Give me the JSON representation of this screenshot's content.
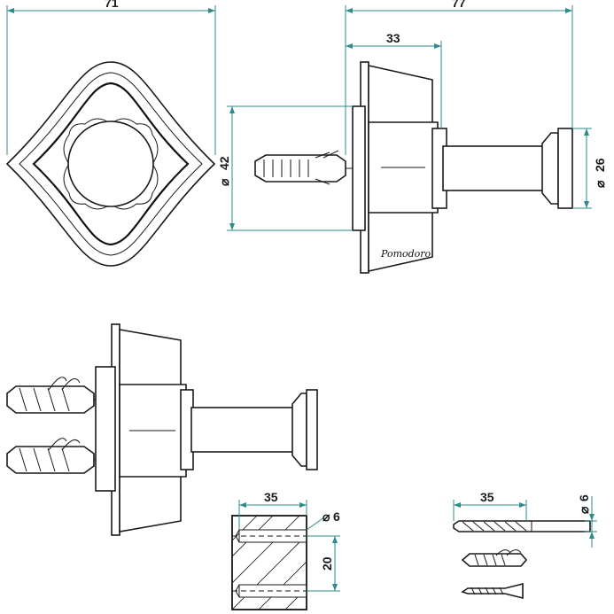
{
  "dimensions": {
    "front_width": "71",
    "total_length": "77",
    "base_depth": "33",
    "base_diameter_symbol": "⌀",
    "base_diameter": "42",
    "knob_diameter_symbol": "⌀",
    "knob_diameter": "26",
    "hole_depth": "35",
    "hole_diameter_symbol": "⌀",
    "hole_diameter": "6",
    "hole_spacing": "20",
    "drill_length": "35",
    "drill_diameter_symbol": "⌀",
    "drill_diameter": "6"
  },
  "brand": {
    "signature_text": "Pomodoro"
  }
}
